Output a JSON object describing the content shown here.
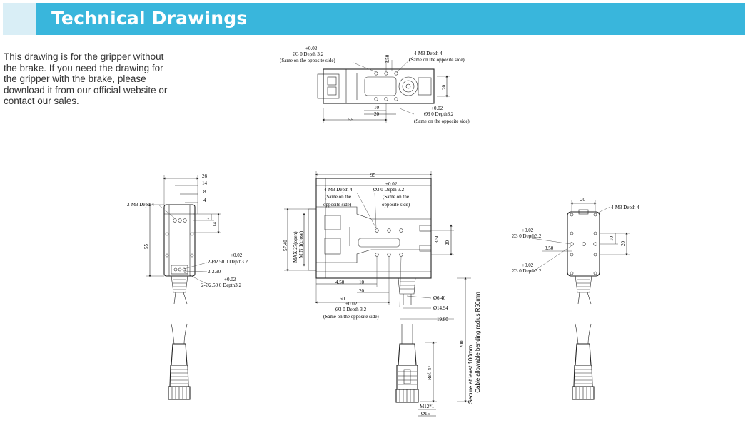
{
  "header": {
    "title": "Technical Drawings",
    "accent_color": "#39b6dc",
    "tab_color": "#d9eef6"
  },
  "note": {
    "text": "This drawing is for the gripper without the brake. If you need the drawing for the gripper with the brake, please download it from our official website or contact our sales."
  },
  "top_view": {
    "hole_top": {
      "tol": "+0.02",
      "spec": "Ø3   0    Depth 3.2",
      "sub": "(Same on the opposite side)"
    },
    "dim_350": "3.50",
    "m3_top": "4-M3 Depth 4",
    "m3_sub": "(Same on the opposite side)",
    "dim_20": "20",
    "dim_10": "10",
    "dim_20b": "20",
    "dim_55": "55",
    "hole_bottom": {
      "tol": "+0.02",
      "spec": "Ø3   0    Depth3.2",
      "sub": "(Same on the opposite side)"
    }
  },
  "left_view": {
    "d26": "26",
    "d14": "14",
    "d8": "8",
    "d4": "4",
    "d7": "7",
    "d14v": "14",
    "d55": "55",
    "m3": "2-M3 Depth4",
    "hole1": {
      "tol": "+0.02",
      "spec": "2-Ø2.50   0    Depth3.2"
    },
    "d290": "2-2.90",
    "hole2": {
      "tol": "+0.02",
      "spec": "2-Ø2.50   0    Depth3.2"
    }
  },
  "front_view": {
    "d95": "95",
    "m3": "4-M3 Depth 4",
    "m3_sub1": "(Same on the",
    "m3_sub2": "opposite side)",
    "hole_top": {
      "tol": "+0.02",
      "spec": "Ø3   0    Depth 3.2",
      "sub1": "(Same on the",
      "sub2": "opposite side)"
    },
    "d5740": "57.40",
    "stroke": "MAX:27(open)",
    "stroke_min": "MIN:1(close)",
    "d350": "3.50",
    "d20": "20",
    "d450": "4.50",
    "d10": "10",
    "d20b": "20",
    "d60": "60",
    "hole_bottom": {
      "tol": "+0.02",
      "spec": "Ø3   0    Depth 3.2",
      "sub": "(Same on the opposite side)"
    },
    "d640": "Ø6.40",
    "d1494": "Ø14.94",
    "d1980": "19.80",
    "d200": "200",
    "cable1": "Secure at least 100mm",
    "cable2": "Cable allowable bending radius R50mm",
    "ref47": "Ref. 47",
    "m12": "M12*1",
    "d15": "Ø15"
  },
  "right_view": {
    "d20": "20",
    "m3": "4-M3 Depth 4",
    "hole1": {
      "tol": "+0.02",
      "spec": "Ø3   0    Depth3.2"
    },
    "d10": "10",
    "d20v": "20",
    "d350": "3.50",
    "hole2": {
      "tol": "+0.02",
      "spec": "Ø3   0    Depth3.2"
    }
  }
}
